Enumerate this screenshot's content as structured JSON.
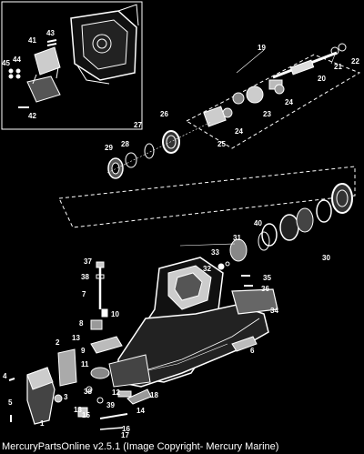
{
  "footer": {
    "caption": "MercuryPartsOnline v2.5.1 (Image Copyright- Mercury Marine)"
  },
  "callouts": {
    "c1": "1",
    "c2": "2",
    "c3": "3",
    "c4": "4",
    "c5": "5",
    "c6": "6",
    "c7": "7",
    "c8": "8",
    "c9": "9",
    "c10": "10",
    "c11": "11",
    "c12": "12",
    "c13a": "13",
    "c13b": "13",
    "c14": "14",
    "c15": "15",
    "c16": "16",
    "c17": "17",
    "c18": "18",
    "c19": "19",
    "c20": "20",
    "c21": "21",
    "c22": "22",
    "c23": "23",
    "c24a": "24",
    "c24b": "24",
    "c25": "25",
    "c26": "26",
    "c27": "27",
    "c28": "28",
    "c29": "29",
    "c30": "30",
    "c31": "31",
    "c32": "32",
    "c33": "33",
    "c34": "34",
    "c35": "35",
    "c36": "36",
    "c37": "37",
    "c38a": "38",
    "c38b": "38",
    "c39": "39",
    "c40": "40",
    "c41": "41",
    "c42": "42",
    "c43": "43",
    "c44": "44",
    "c45": "45"
  }
}
